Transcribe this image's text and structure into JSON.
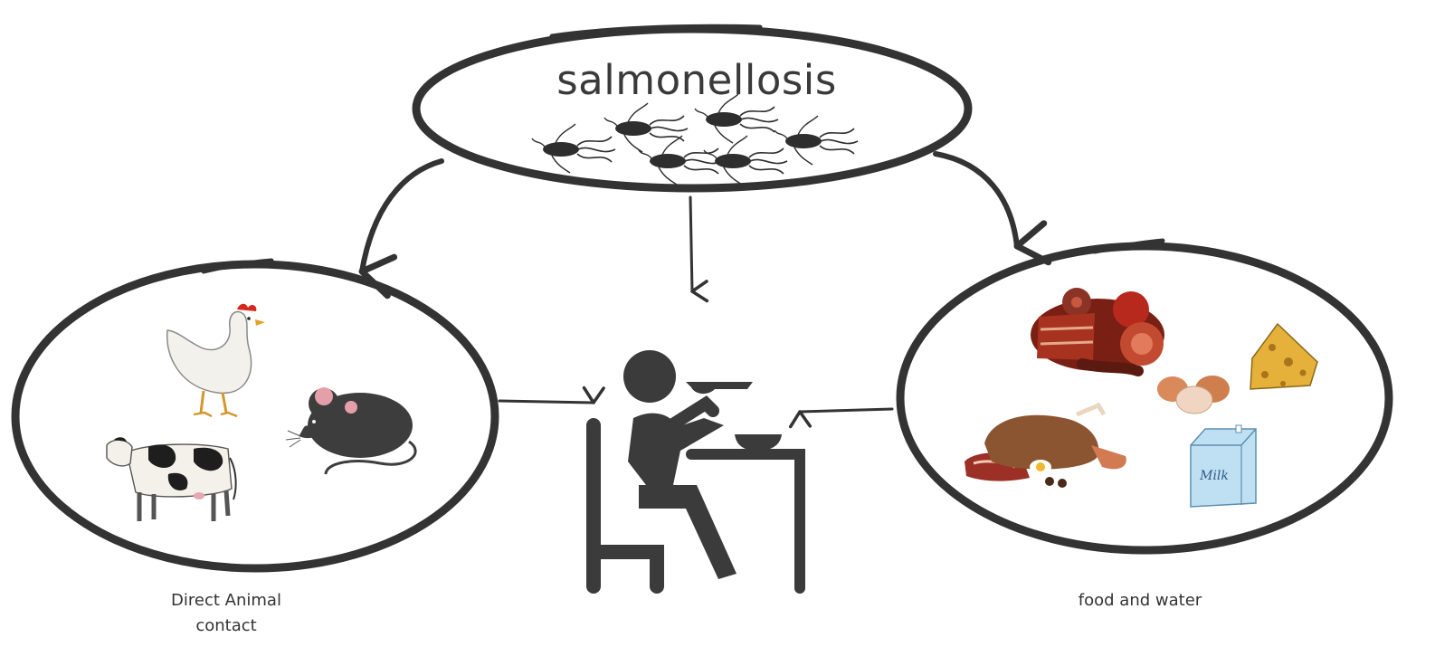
{
  "diagram": {
    "title": "salmonellosis",
    "left_caption_line1": "Direct Animal",
    "left_caption_line2": "contact",
    "right_caption": "food and water",
    "left_group_icons": [
      "chicken-icon",
      "mouse-icon",
      "cow-icon"
    ],
    "right_group_icons": [
      "meat-icon",
      "cheese-icon",
      "eggs-icon",
      "roast-chicken-icon",
      "milk-carton-icon"
    ],
    "center_icon": "person-eating-icon",
    "bacteria_icon": "bacteria-icon",
    "milk_carton_text": "Milk",
    "colors": {
      "outline": "#333333",
      "text": "#3a3a3a",
      "meat": "#8b1e14",
      "cheese": "#e5b13a",
      "egg": "#d99062",
      "milk": "#bfe0f2"
    }
  }
}
